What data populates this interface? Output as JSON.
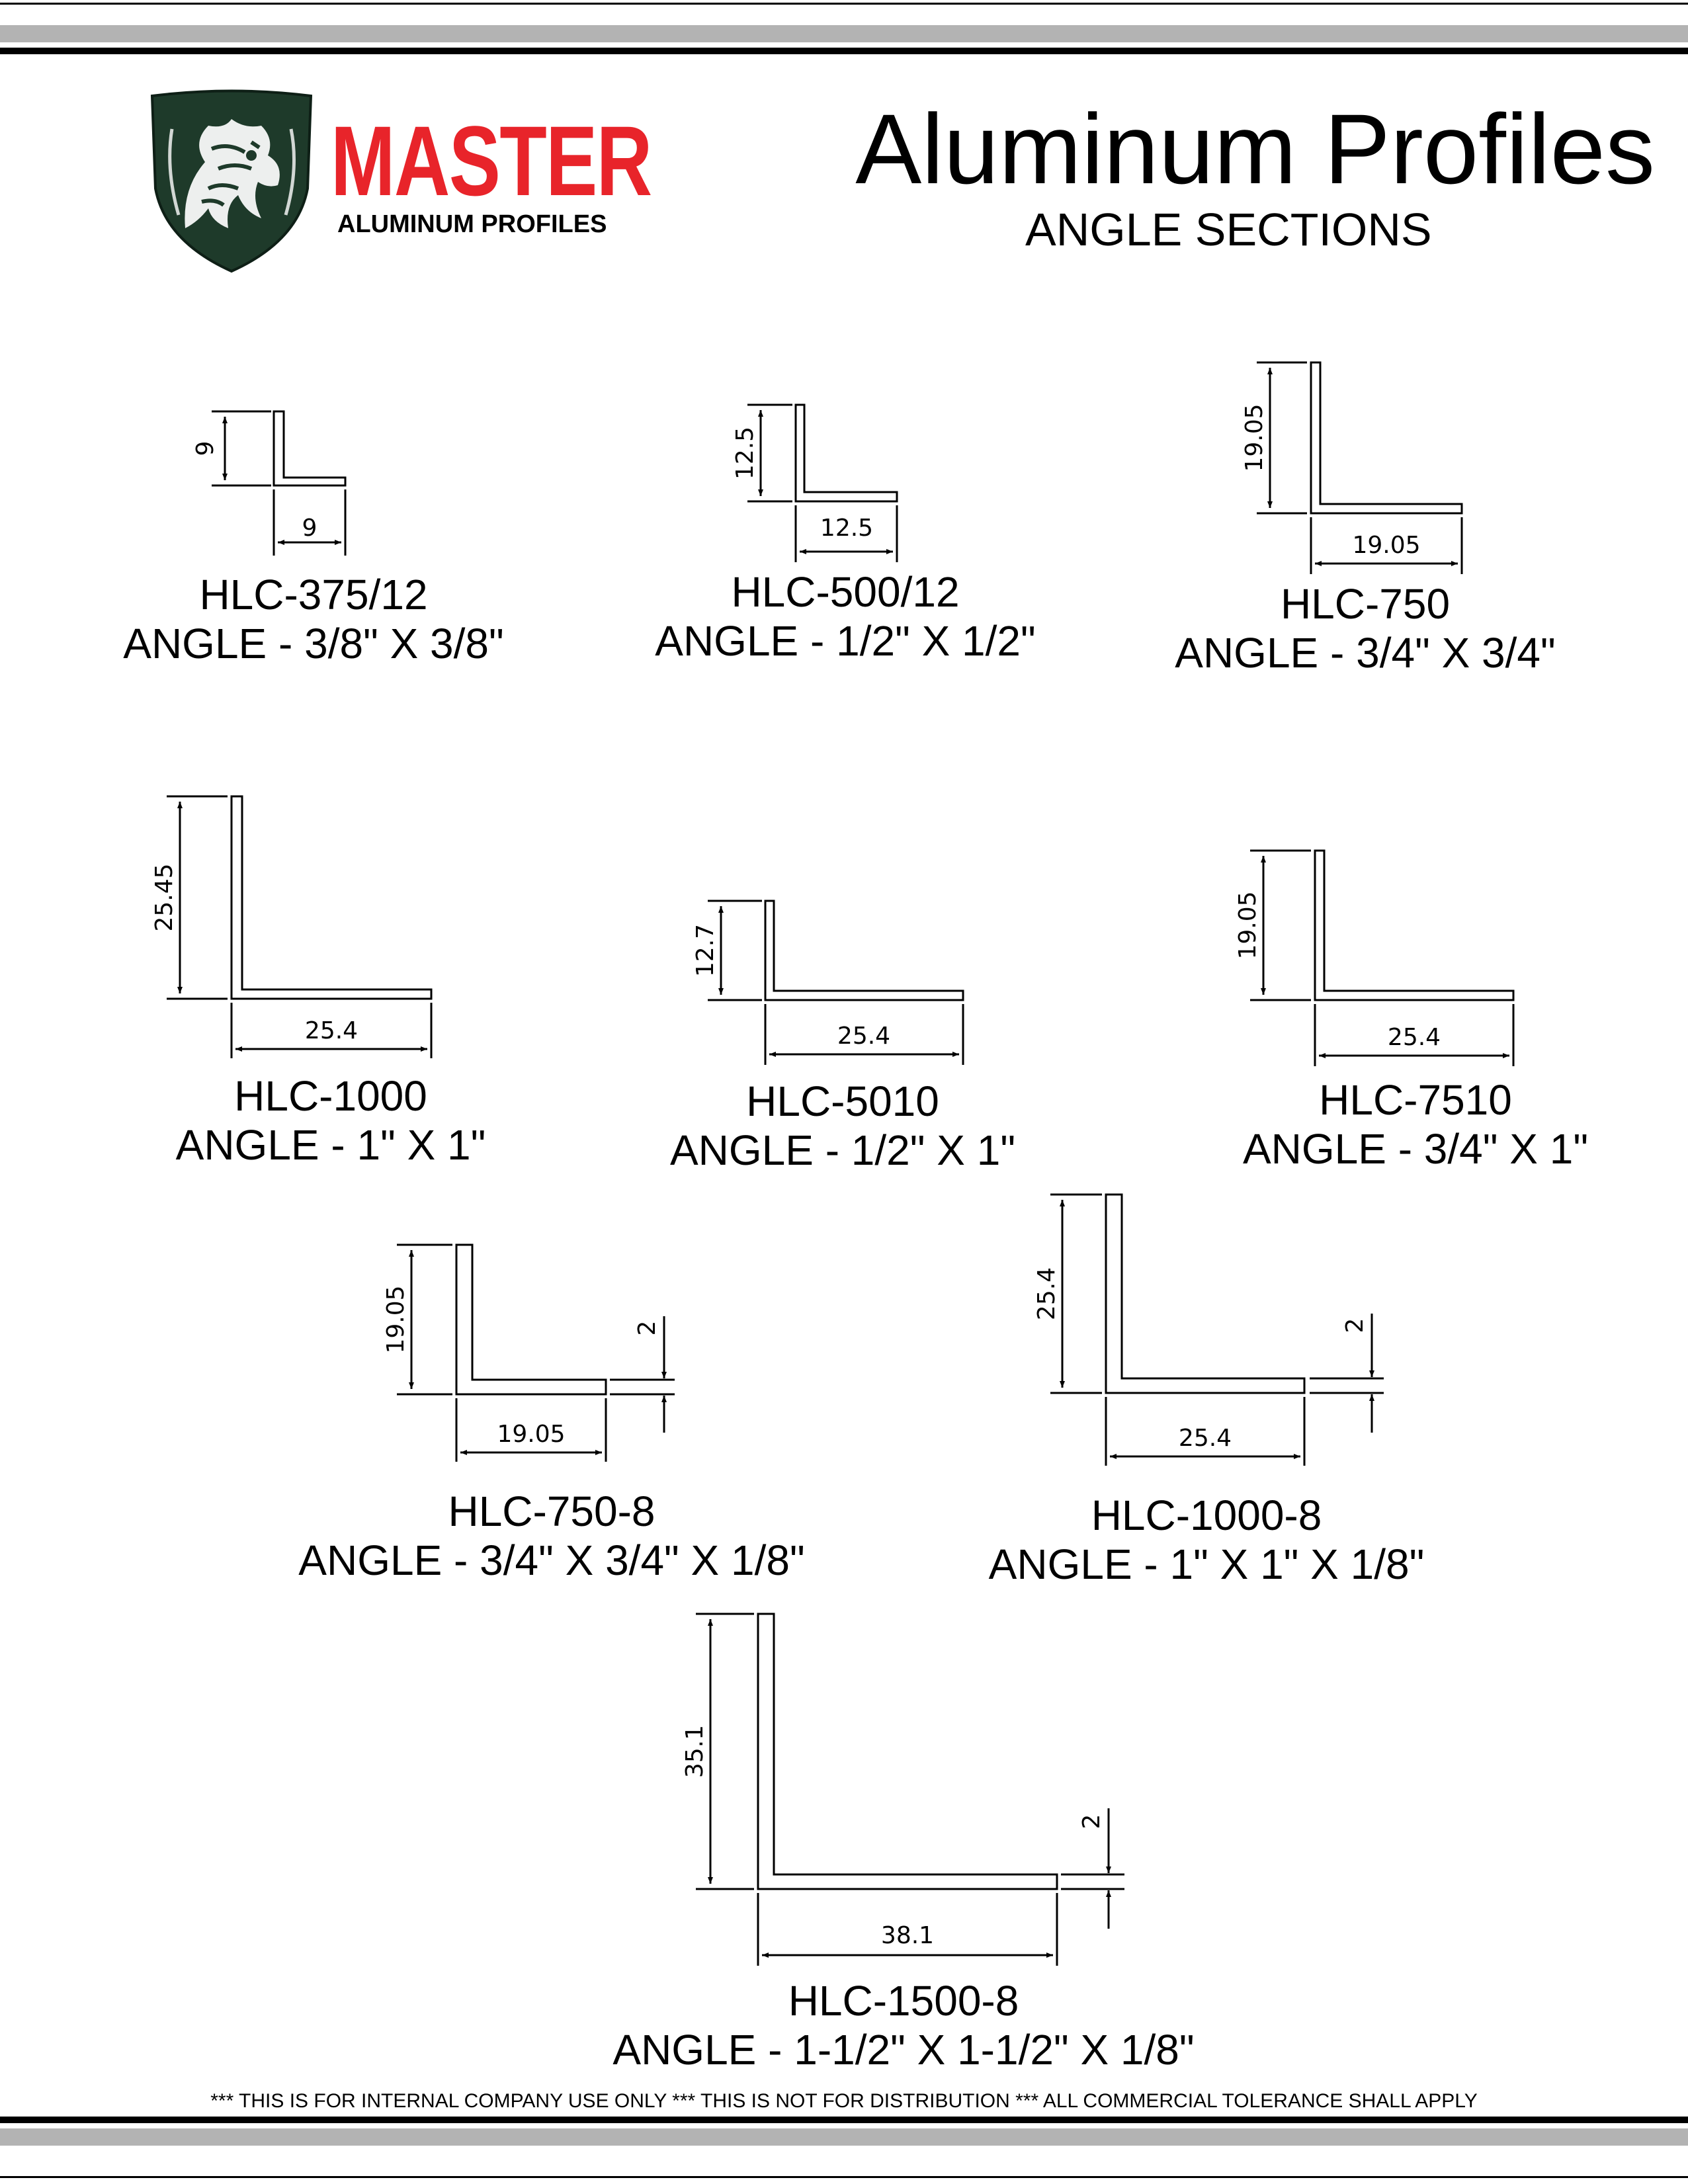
{
  "header": {
    "brand_name": "MASTER",
    "brand_subtitle": "ALUMINUM PROFILES",
    "title": "Aluminum Profiles",
    "subtitle": "ANGLE SECTIONS",
    "logo_icon": "dragon-shield-icon",
    "colors": {
      "brand_red": "#e8242a",
      "shield_green": "#1e3a2a",
      "band_gray": "#b3b3b3"
    }
  },
  "profiles": [
    {
      "code": "HLC-375/12",
      "desc": "ANGLE - 3/8\" X 3/8\"",
      "height": "9",
      "width": "9"
    },
    {
      "code": "HLC-500/12",
      "desc": "ANGLE - 1/2\" X 1/2\"",
      "height": "12.5",
      "width": "12.5"
    },
    {
      "code": "HLC-750",
      "desc": "ANGLE - 3/4\" X 3/4\"",
      "height": "19.05",
      "width": "19.05"
    },
    {
      "code": "HLC-1000",
      "desc": "ANGLE - 1\" X 1\"",
      "height": "25.45",
      "width": "25.4"
    },
    {
      "code": "HLC-5010",
      "desc": "ANGLE - 1/2\" X 1\"",
      "height": "12.7",
      "width": "25.4"
    },
    {
      "code": "HLC-7510",
      "desc": "ANGLE - 3/4\" X 1\"",
      "height": "19.05",
      "width": "25.4"
    },
    {
      "code": "HLC-750-8",
      "desc": "ANGLE - 3/4\" X 3/4\" X 1/8\"",
      "height": "19.05",
      "width": "19.05",
      "thickness": "2"
    },
    {
      "code": "HLC-1000-8",
      "desc": "ANGLE - 1\" X 1\" X 1/8\"",
      "height": "25.4",
      "width": "25.4",
      "thickness": "2"
    },
    {
      "code": "HLC-1500-8",
      "desc": "ANGLE - 1-1/2\" X 1-1/2\" X 1/8\"",
      "height": "35.1",
      "width": "38.1",
      "thickness": "2"
    }
  ],
  "footer": {
    "notice": "*** THIS IS FOR INTERNAL COMPANY USE ONLY *** THIS IS NOT FOR DISTRIBUTION *** ALL COMMERCIAL TOLERANCE SHALL APPLY"
  }
}
